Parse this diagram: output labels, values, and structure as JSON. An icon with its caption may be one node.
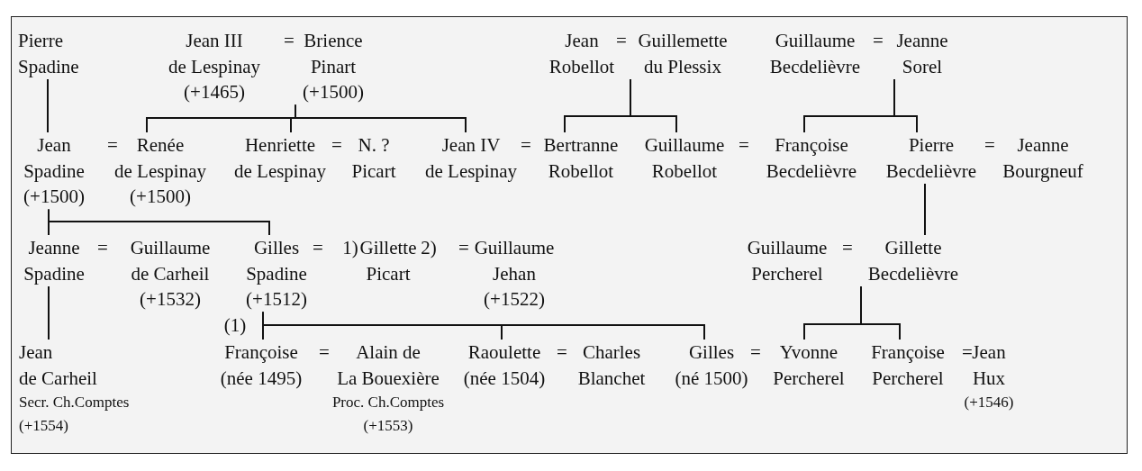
{
  "diagram": {
    "nodes": [
      {
        "text": [
          "Pierre Spadine"
        ]
      },
      {
        "text": [
          "Jean III de Lespinay",
          "(+1465)"
        ]
      },
      {
        "text": [
          "Brience Pinart",
          "(+1500)"
        ]
      },
      {
        "text": [
          "Jean Robellot"
        ]
      },
      {
        "text": [
          "Guillemette du Plessix"
        ]
      },
      {
        "text": [
          "Guillaume Becdelièvre"
        ]
      },
      {
        "text": [
          "Jeanne Sorel"
        ]
      },
      {
        "text": [
          "Jean Spadine",
          "(+1500)"
        ]
      },
      {
        "text": [
          "Renée de Lespinay",
          "(+1500)"
        ]
      },
      {
        "text": [
          "Henriette de Lespinay"
        ]
      },
      {
        "text": [
          "N. ? Picart"
        ]
      },
      {
        "text": [
          "Jean IV de Lespinay"
        ]
      },
      {
        "text": [
          "Bertranne Robellot"
        ]
      },
      {
        "text": [
          "Guillaume Robellot"
        ]
      },
      {
        "text": [
          "Françoise Becdelièvre"
        ]
      },
      {
        "text": [
          "Pierre Becdelièvre"
        ]
      },
      {
        "text": [
          "Jeanne Bourgneuf"
        ]
      },
      {
        "text": [
          "Jeanne Spadine"
        ]
      },
      {
        "text": [
          "Guillaume de Carheil",
          "(+1532)"
        ]
      },
      {
        "text": [
          "Gilles Spadine",
          "(+1512)"
        ]
      },
      {
        "text": [
          "Gillette Picart"
        ]
      },
      {
        "text": [
          "Guillaume Jehan",
          "(+1522)"
        ]
      },
      {
        "text": [
          "Guillaume Percherel"
        ]
      },
      {
        "text": [
          "Gillette Becdelièvre"
        ]
      },
      {
        "text": [
          "Jean de Carheil",
          "Secr. Ch.Comptes",
          "(+1554)"
        ]
      },
      {
        "text": [
          "Françoise",
          "(née 1495)"
        ]
      },
      {
        "text": [
          "Alain de La Bouexière",
          "Proc. Ch.Comptes",
          "(+1553)"
        ]
      },
      {
        "text": [
          "Raoulette",
          "(née 1504)"
        ]
      },
      {
        "text": [
          "Charles Blanchet"
        ]
      },
      {
        "text": [
          "Gilles",
          "(né 1500)"
        ]
      },
      {
        "text": [
          "Yvonne Percherel"
        ]
      },
      {
        "text": [
          "Françoise Percherel"
        ]
      },
      {
        "text": [
          "Jean Hux",
          "(+1546)"
        ]
      }
    ],
    "edges": [
      {
        "from": 0,
        "to": 7,
        "arrow": "none"
      },
      {
        "from": 2,
        "to": 8,
        "arrow": "none"
      },
      {
        "from": 2,
        "to": 9,
        "arrow": "none"
      },
      {
        "from": 2,
        "to": 11,
        "arrow": "none"
      },
      {
        "from": 4,
        "to": 12,
        "arrow": "none"
      },
      {
        "from": 4,
        "to": 13,
        "arrow": "none"
      },
      {
        "from": 6,
        "to": 14,
        "arrow": "none"
      },
      {
        "from": 6,
        "to": 15,
        "arrow": "none"
      },
      {
        "from": 7,
        "to": 17,
        "arrow": "none"
      },
      {
        "from": 7,
        "to": 19,
        "arrow": "none"
      },
      {
        "from": 15,
        "to": 23,
        "arrow": "none"
      },
      {
        "from": 17,
        "to": 24,
        "arrow": "none"
      },
      {
        "from": 19,
        "to": 25,
        "arrow": "none"
      },
      {
        "from": 19,
        "to": 27,
        "arrow": "none"
      },
      {
        "from": 19,
        "to": 29,
        "arrow": "none"
      },
      {
        "from": 23,
        "to": 30,
        "arrow": "none"
      },
      {
        "from": 23,
        "to": 31,
        "arrow": "none"
      }
    ],
    "labels": [
      "=",
      "=",
      "=",
      "=",
      "=",
      "=",
      "=",
      "=",
      "=",
      "=",
      "1)",
      "2)",
      "=",
      "=",
      "(1)",
      "=",
      "=",
      "=",
      "="
    ]
  }
}
